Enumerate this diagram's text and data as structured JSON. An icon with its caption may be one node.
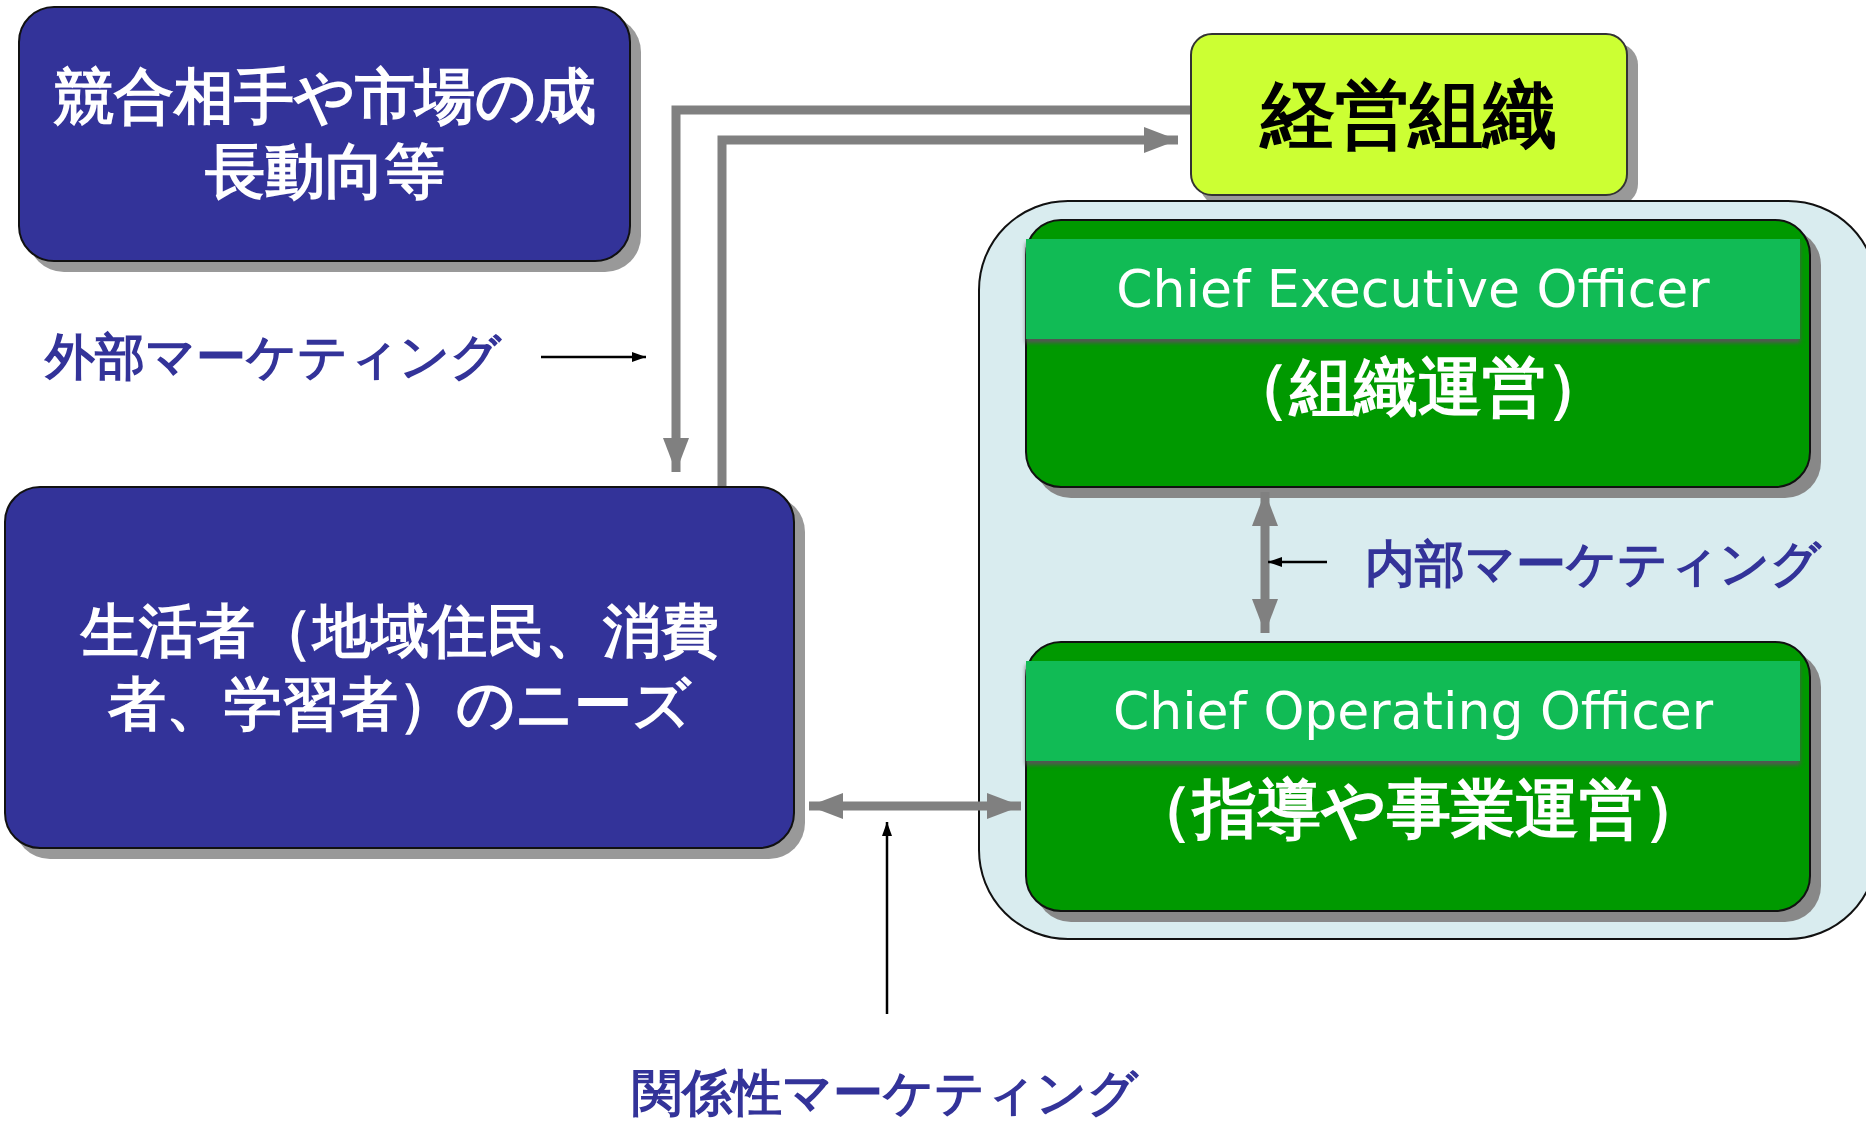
{
  "diagram": {
    "nodes": [
      {
        "text": [
          "競合相手や市場の成長動向等"
        ]
      },
      {
        "text": [
          "経営組織"
        ]
      },
      {
        "text": [],
        "shape": "box"
      },
      {
        "text": [
          "Chief Executive Officer",
          "（組織運営）"
        ],
        "in": 2
      },
      {
        "text": [
          "Chief Operating Officer",
          "（指導や事業運営）"
        ],
        "in": 2
      },
      {
        "text": [
          "生活者（地域住民、消費者、学習者）のニーズ"
        ]
      },
      {
        "text": [
          "外部マーケティング"
        ]
      },
      {
        "text": [
          "内部マーケティング"
        ],
        "in": 2
      },
      {
        "text": [
          "関係性マーケティング"
        ]
      }
    ],
    "edges": [
      {
        "from": 1,
        "to": 5,
        "arrow": "to"
      },
      {
        "from": 5,
        "to": 1,
        "arrow": "to"
      },
      {
        "from": 3,
        "to": 4,
        "arrow": "both"
      },
      {
        "from": 5,
        "to": 4,
        "arrow": "both"
      },
      {
        "from": 6,
        "to": null,
        "arrow": "to",
        "color": "#000000"
      },
      {
        "from": 7,
        "to": null,
        "arrow": "to",
        "color": "#000000"
      },
      {
        "from": 8,
        "to": null,
        "arrow": "to",
        "color": "#000000"
      }
    ]
  }
}
